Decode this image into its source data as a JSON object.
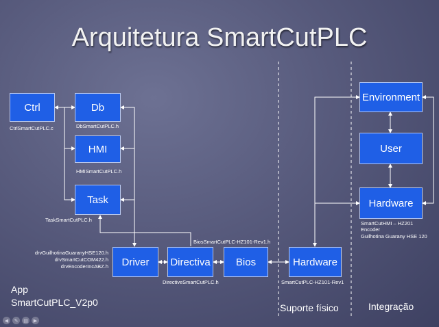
{
  "title": "Arquitetura SmartCutPLC",
  "boxes": {
    "ctrl": "Ctrl",
    "db": "Db",
    "hmi": "HMI",
    "task": "Task",
    "driver": "Driver",
    "directiva": "Directiva",
    "bios": "Bios",
    "hardware_physical": "Hardware",
    "environment": "Environment",
    "user": "User",
    "hardware_integration": "Hardware"
  },
  "files": {
    "ctrl": "CtrlSmartCutPLC.c",
    "db": "DbSmartCutPLC.h",
    "hmi": "HMISmartCutPLC.h",
    "task": "TaskSmartCutPLC.h",
    "bios": "BiosSmartCutPLC-HZ101-Rev1.h",
    "driver_1": "drvGuilhotinaGuaranyHSE120.h",
    "driver_2": "drvSmartCutCOM422.h",
    "driver_3": "drvEncoderIncABZ.h",
    "directiva": "DirectiveSmartCutPLC.h",
    "hardware_physical": "SmartCutPLC-HZ101-Rev1"
  },
  "integration_notes": {
    "line1": "SmartCutHMI – HZ201",
    "line2": "Encoder",
    "line3": "Guilhotina Guarany HSE 120"
  },
  "sections": {
    "app_line1": "App",
    "app_line2": "SmartCutPLC_V2p0",
    "physical": "Suporte físico",
    "integration": "Integração"
  },
  "colors": {
    "box_fill": "#1f5fe6",
    "background": "#575a7c",
    "text": "#ffffff"
  }
}
